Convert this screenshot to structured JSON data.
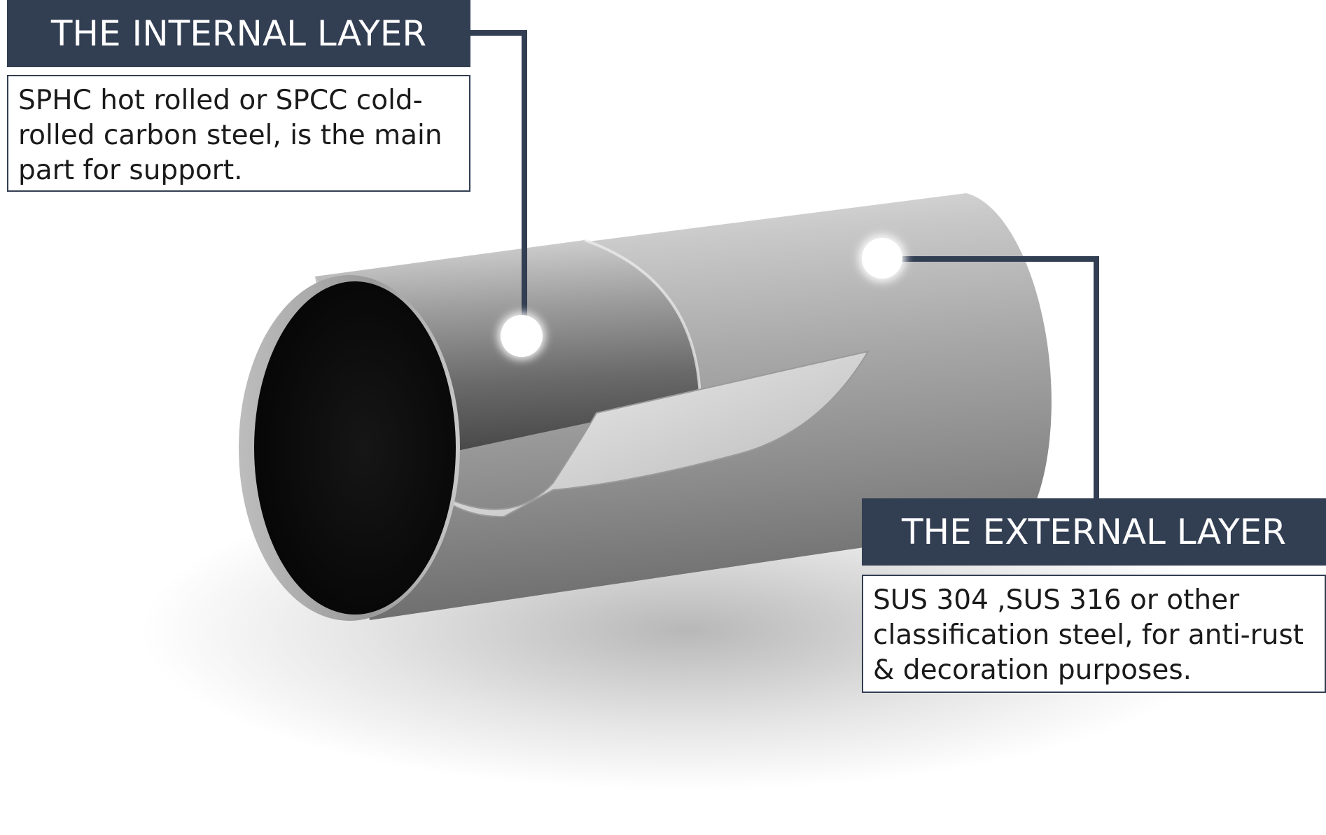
{
  "colors": {
    "label_navy": "#323e52",
    "label_text": "#ffffff",
    "body_text": "#1a1a1a",
    "pipe_steel": "#a3a3a3",
    "pipe_bore": "#0d0d0d",
    "marker_dot": "#ffffff"
  },
  "callouts": {
    "internal": {
      "title": "THE INTERNAL LAYER",
      "description_lines": [
        "SPHC hot rolled or SPCC cold-",
        "rolled carbon steel, is the main",
        "part for support."
      ]
    },
    "external": {
      "title": "THE EXTERNAL LAYER",
      "description_lines": [
        "SUS 304 ,SUS 316 or other",
        "classification steel, for anti-rust",
        "& decoration purposes."
      ]
    }
  },
  "icons": {
    "internal_marker": "marker-dot-icon",
    "external_marker": "marker-dot-icon"
  }
}
